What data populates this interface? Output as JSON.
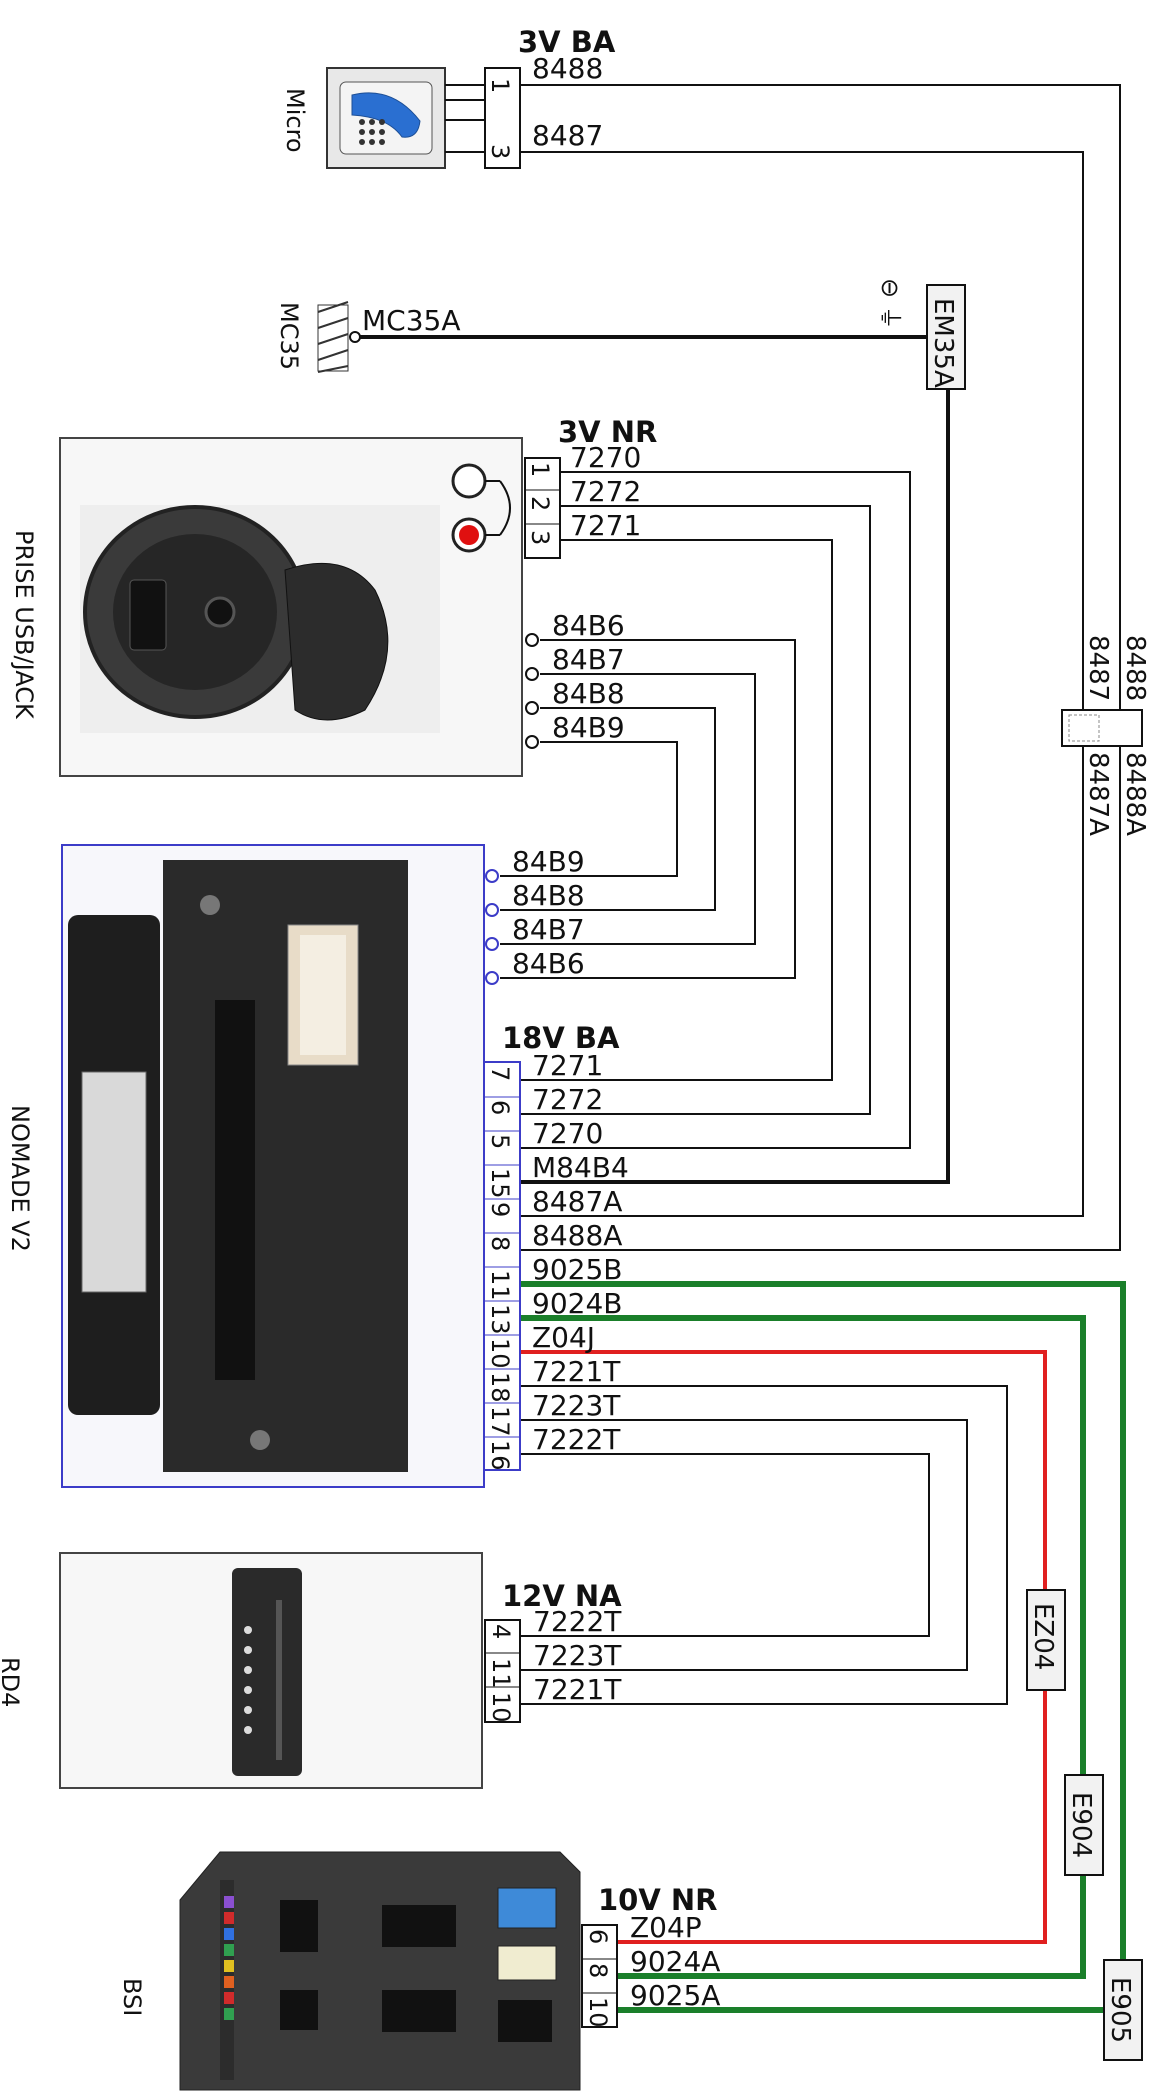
{
  "components": {
    "micro": "Micro",
    "mc35": "MC35",
    "prise": "PRISE USB/JACK",
    "nomade": "NOMADE V2",
    "rd": "RD4",
    "bsi": "BSI"
  },
  "connectors": {
    "micro": "3V  BA",
    "prise": "3V  NR",
    "nomade": "18V  BA",
    "rd": "12V  NA",
    "bsi": "10V  NR"
  },
  "micro_pins": [
    "1",
    "3"
  ],
  "micro_wires": [
    "8488",
    "8487"
  ],
  "ground": {
    "wire": "MC35A",
    "splice": "EM35A",
    "symbol": "⊖ ⏚"
  },
  "prise_pins": [
    "1",
    "2",
    "3"
  ],
  "prise_wires": [
    "7270",
    "7272",
    "7271"
  ],
  "prise_jack_wires": [
    "84B6",
    "84B7",
    "84B8",
    "84B9"
  ],
  "splice": {
    "top_left": "8488",
    "bottom_left": "8487",
    "top_right": "8488A",
    "bottom_right": "8487A"
  },
  "nomade_jack_wires": [
    "84B9",
    "84B8",
    "84B7",
    "84B6"
  ],
  "nomade_pins": [
    "7",
    "6",
    "5",
    "15",
    "9",
    "8",
    "11",
    "13",
    "10",
    "18",
    "17",
    "16"
  ],
  "nomade_wires": [
    "7271",
    "7272",
    "7270",
    "M84B4",
    "8487A",
    "8488A",
    "9025B",
    "9024B",
    "Z04J",
    "7221T",
    "7223T",
    "7222T"
  ],
  "rd_pins": [
    "4",
    "11",
    "10"
  ],
  "rd_wires": [
    "7222T",
    "7223T",
    "7221T"
  ],
  "bsi_pins": [
    "6",
    "8",
    "10"
  ],
  "bsi_wires": [
    "Z04P",
    "9024A",
    "9025A"
  ],
  "inline_connectors": [
    "EZ04",
    "E904",
    "E905"
  ],
  "colors": {
    "red": "#e02020",
    "green": "#1a7f2a",
    "black": "#111111",
    "blue_outline": "#3c3cc8"
  }
}
